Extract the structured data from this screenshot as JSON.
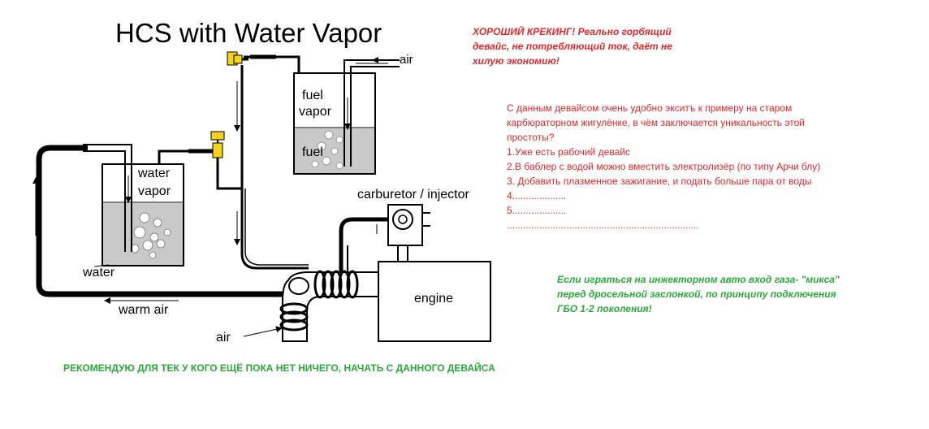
{
  "diagram": {
    "title": "HCS with Water Vapor",
    "labels": {
      "air_top": "air",
      "fuel_vapor_1": "fuel",
      "fuel_vapor_2": "vapor",
      "fuel": "fuel",
      "water_vapor_1": "water",
      "water_vapor_2": "vapor",
      "water": "water",
      "carburetor": "carburetor / injector",
      "engine": "engine",
      "warm_air": "warm air",
      "air_bottom": "air"
    }
  },
  "notes": {
    "top": [
      "ХОРОШИЙ КРЕКИНГ! Реально горбящий",
      "девайс, не потребляющий ток, даёт не",
      "хилую экономию!"
    ],
    "steps": [
      "С данным девайсом очень удобно экситъ к примеру на старом",
      "карбюраторном жигулёнке, в чём заключается уникальность этой",
      "простоты?",
      "1.Уже есть рабочий девайс",
      "2.В баблер с водой можно вместить электролизёр (по типу Арчи блу)",
      "3. Добавить плазменное зажигание, и подать больше пара от воды",
      "4....................",
      "5....................",
      "......................................................................."
    ],
    "injector": [
      "Если играться на инжекторном авто вход газа- \"микса\"",
      "перед дросельной заслонкой, по принципу подключения",
      "ГБО 1-2 поколения!"
    ],
    "bottom": "РЕКОМЕНДУЮ ДЛЯ ТЕК  У КОГО ЕЩЁ ПОКА НЕТ НИЧЕГО, НАЧАТЬ С ДАННОГО ДЕВАЙСА"
  },
  "colors": {
    "red_text": "#e0262a",
    "green_text": "#2aa83a",
    "valve_yellow": "#f2d21b",
    "liquid_gray": "#c9c9c9"
  }
}
